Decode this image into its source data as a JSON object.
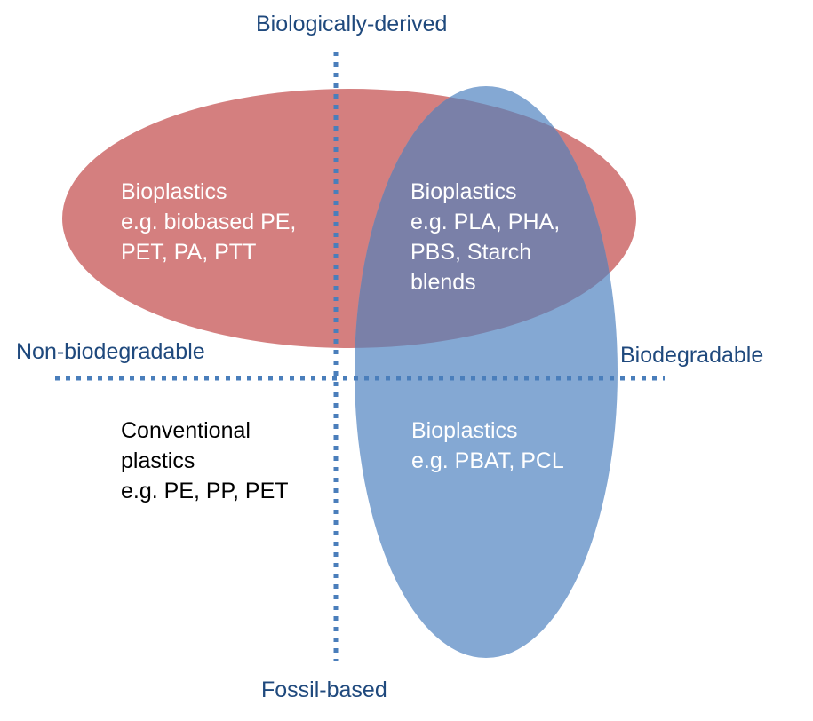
{
  "colors": {
    "red": "#d47f7f",
    "blue": "#84a8d3",
    "overlap": "#7a80a8",
    "axis": "#4a7ebb",
    "axis_text": "#1f497d"
  },
  "axes": {
    "top": "Biologically-derived",
    "bottom": "Fossil-based",
    "left": "Non-biodegradable",
    "right": "Biodegradable"
  },
  "quadrants": {
    "top_left": [
      "Bioplastics",
      "e.g. biobased PE,",
      "PET, PA, PTT"
    ],
    "top_right": [
      "Bioplastics",
      "e.g. PLA, PHA,",
      "PBS, Starch",
      "blends"
    ],
    "bottom_left": [
      "Conventional",
      "plastics",
      "e.g. PE, PP, PET"
    ],
    "bottom_right": [
      "Bioplastics",
      "e.g. PBAT, PCL"
    ]
  }
}
